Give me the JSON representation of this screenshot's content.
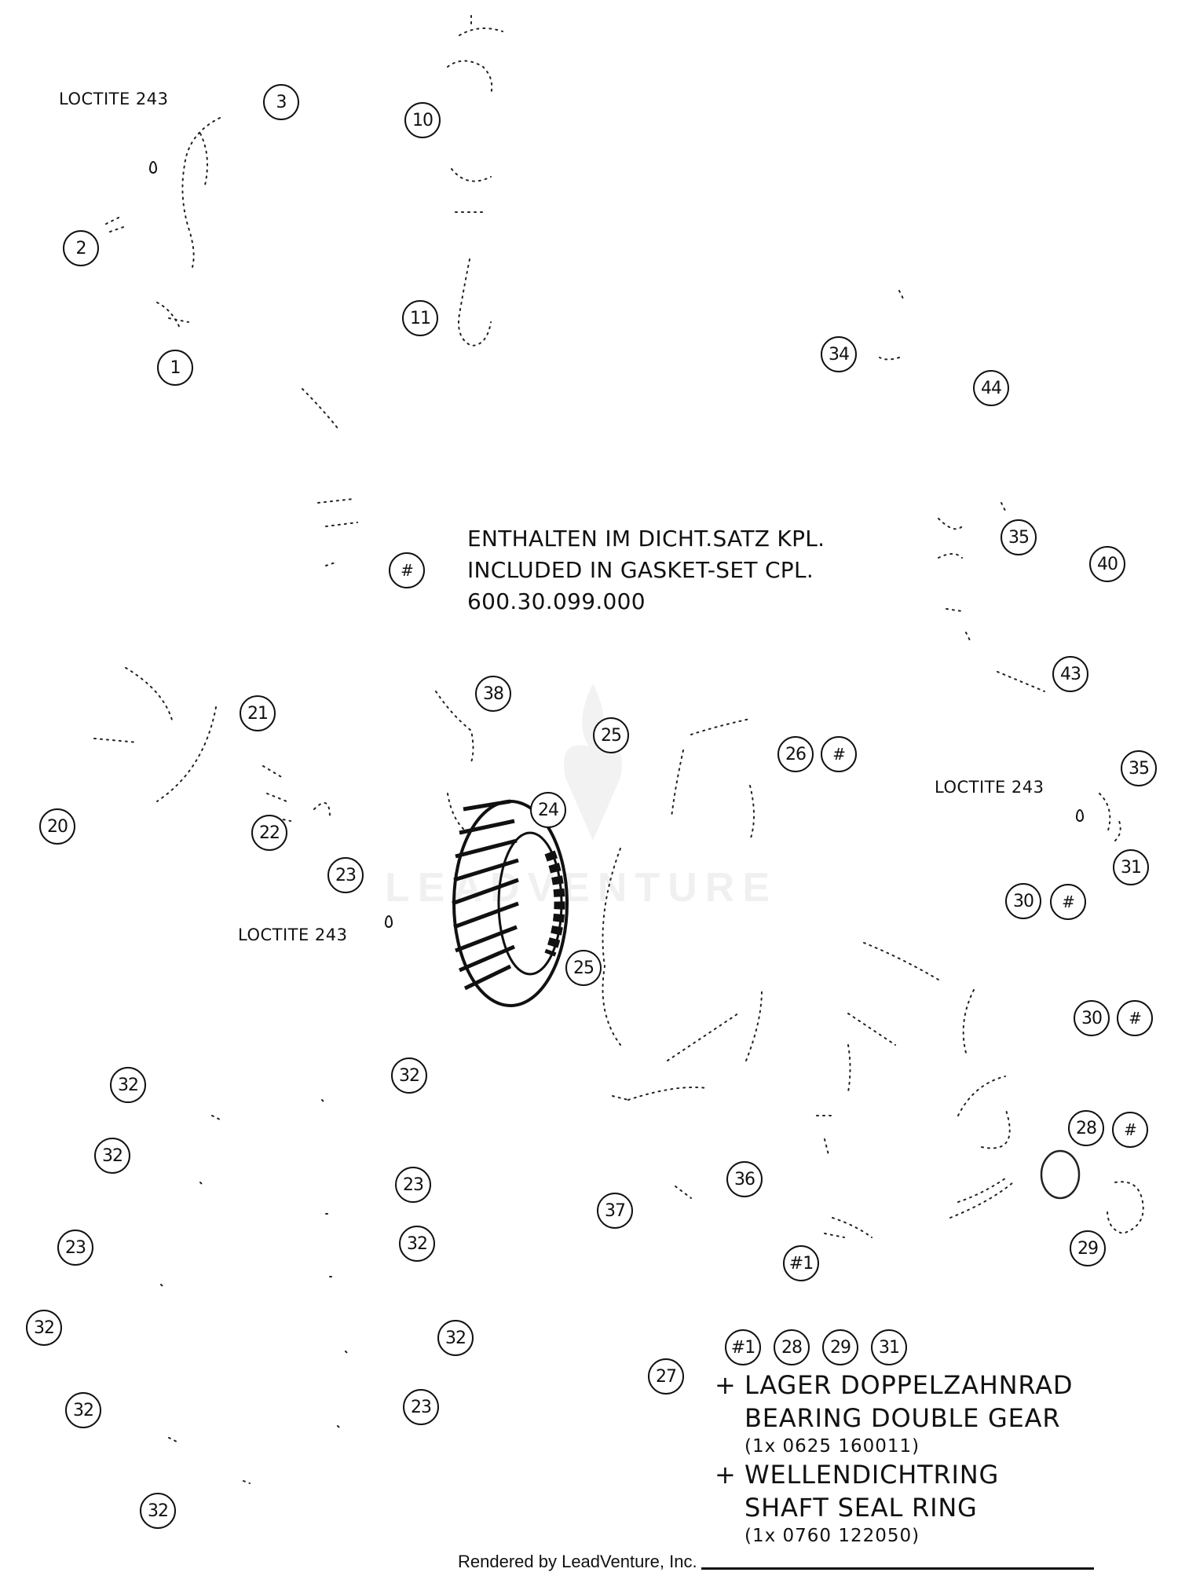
{
  "callouts": [
    {
      "id": "c1",
      "label": "1"
    },
    {
      "id": "c2",
      "label": "2"
    },
    {
      "id": "c3",
      "label": "3"
    },
    {
      "id": "c10",
      "label": "10"
    },
    {
      "id": "c11",
      "label": "11"
    },
    {
      "id": "c34",
      "label": "34"
    },
    {
      "id": "c44",
      "label": "44"
    },
    {
      "id": "c35a",
      "label": "35"
    },
    {
      "id": "c40",
      "label": "40"
    },
    {
      "id": "chash1",
      "label": "#"
    },
    {
      "id": "c43",
      "label": "43"
    },
    {
      "id": "c21",
      "label": "21"
    },
    {
      "id": "c38",
      "label": "38"
    },
    {
      "id": "c25a",
      "label": "25"
    },
    {
      "id": "c26",
      "label": "26"
    },
    {
      "id": "chash2",
      "label": "#"
    },
    {
      "id": "c35b",
      "label": "35"
    },
    {
      "id": "c20",
      "label": "20"
    },
    {
      "id": "c22",
      "label": "22"
    },
    {
      "id": "c24",
      "label": "24"
    },
    {
      "id": "c31",
      "label": "31"
    },
    {
      "id": "c23a",
      "label": "23"
    },
    {
      "id": "c30a",
      "label": "30"
    },
    {
      "id": "chash3",
      "label": "#"
    },
    {
      "id": "c25b",
      "label": "25"
    },
    {
      "id": "c30b",
      "label": "30"
    },
    {
      "id": "chash4",
      "label": "#"
    },
    {
      "id": "c32a",
      "label": "32"
    },
    {
      "id": "c32b",
      "label": "32"
    },
    {
      "id": "c28",
      "label": "28"
    },
    {
      "id": "chash5",
      "label": "#"
    },
    {
      "id": "c32c",
      "label": "32"
    },
    {
      "id": "c36",
      "label": "36"
    },
    {
      "id": "c23b",
      "label": "23"
    },
    {
      "id": "c37",
      "label": "37"
    },
    {
      "id": "c23c",
      "label": "23"
    },
    {
      "id": "c32d",
      "label": "32"
    },
    {
      "id": "c29",
      "label": "29"
    },
    {
      "id": "c1b",
      "label": "#1"
    },
    {
      "id": "c32e",
      "label": "32"
    },
    {
      "id": "c32f",
      "label": "32"
    },
    {
      "id": "c27",
      "label": "27"
    },
    {
      "id": "c32g",
      "label": "32"
    },
    {
      "id": "c23d",
      "label": "23"
    },
    {
      "id": "c32h",
      "label": "32"
    }
  ],
  "loctite": [
    "LOCTITE 243",
    "LOCTITE 243",
    "LOCTITE 243"
  ],
  "gasket_note": {
    "line1": "ENTHALTEN IM DICHT.SATZ KPL.",
    "line2": "INCLUDED IN GASKET-SET CPL.",
    "line3": "600.30.099.000"
  },
  "legend": {
    "refs": [
      "#1",
      "28",
      "29",
      "31"
    ],
    "item1_de": "LAGER DOPPELZAHNRAD",
    "item1_en": "BEARING DOUBLE GEAR",
    "item1_qty": "(1x 0625 160011)",
    "item2_de": "WELLENDICHTRING",
    "item2_en": "SHAFT SEAL RING",
    "item2_qty": "(1x 0760 122050)",
    "plus": "+"
  },
  "footer": "Rendered by LeadVenture, Inc.",
  "watermark": "LEADVENTURE"
}
